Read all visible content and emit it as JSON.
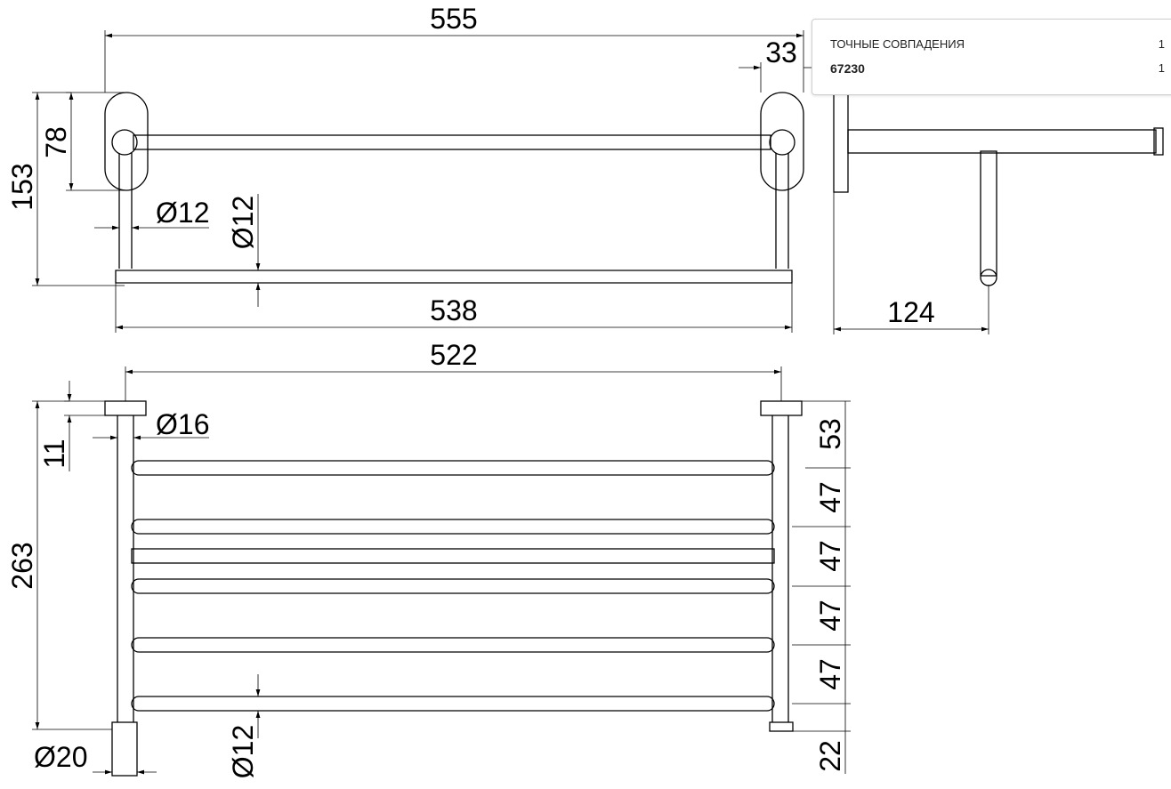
{
  "drawing": {
    "front": {
      "width_overall": "555",
      "wall_offset": "33",
      "height_mount": "78",
      "height_total": "153",
      "tube_dia_left": "Ø12",
      "tube_dia_mid": "Ø12",
      "width_lower": "538"
    },
    "side": {
      "depth": "124"
    },
    "top": {
      "width_inner": "522",
      "flange_h": "11",
      "post_dia": "Ø16",
      "depth_total": "263",
      "spacing": [
        "53",
        "47",
        "47",
        "47",
        "47",
        "22"
      ],
      "base_dia": "Ø20",
      "rail_dia": "Ø12"
    }
  },
  "search_dropdown": {
    "section_label": "ТОЧНЫЕ СОВПАДЕНИЯ",
    "section_count": "1",
    "results": [
      {
        "label": "67230",
        "count": "1"
      }
    ]
  }
}
